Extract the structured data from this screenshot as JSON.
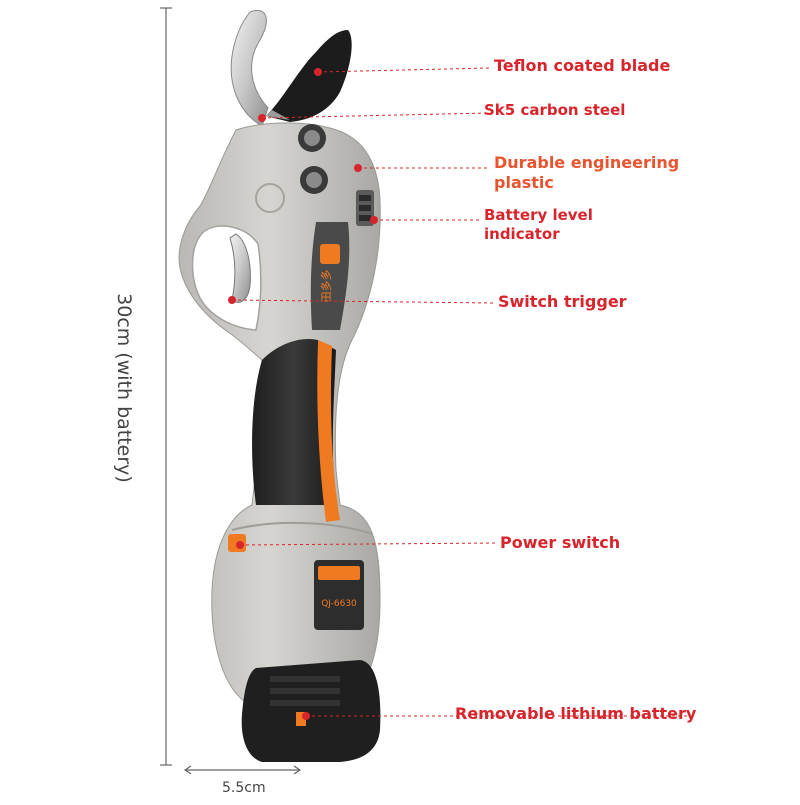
{
  "labels": {
    "blade": "Teflon coated blade",
    "steel": "Sk5 carbon steel",
    "plastic_line1": "Durable engineering",
    "plastic_line2": "plastic",
    "battery_indicator_line1": "Battery level",
    "battery_indicator_line2": "indicator",
    "trigger": "Switch trigger",
    "power": "Power switch",
    "battery": "Removable lithium battery"
  },
  "dimensions": {
    "height": "30cm (with battery)",
    "width": "5.5cm"
  },
  "product": {
    "brand_logo": "田多多",
    "model": "QJ-6630"
  },
  "colors": {
    "label_red": "#d8242b",
    "label_orange": "#e8542f",
    "body_grey": "#c9c8c4",
    "grip_black": "#2b2b2b",
    "accent_orange": "#f07a22"
  }
}
